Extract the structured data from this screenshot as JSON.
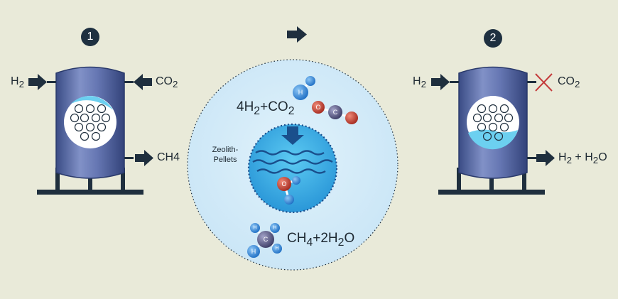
{
  "steps": {
    "step1": "1",
    "step2": "2"
  },
  "reactor1": {
    "input_left_main": "H",
    "input_left_sub": "2",
    "input_right_main": "CO",
    "input_right_sub": "2",
    "output_main": "CH",
    "output_sub": "4"
  },
  "reactor2": {
    "input_left_main": "H",
    "input_left_sub": "2",
    "blocked_main": "CO",
    "blocked_sub": "2",
    "output_a_main": "H",
    "output_a_sub": "2",
    "output_plus": " + ",
    "output_b_main": "H",
    "output_b_sub": "2",
    "output_b_tail": "O"
  },
  "center": {
    "eq1": {
      "a": "4H",
      "a_sub": "2",
      "b": "+CO",
      "b_sub": "2"
    },
    "zeolith_label": "Zeolith-\nPellets",
    "eq2": {
      "a": "CH",
      "a_sub": "4",
      "b": "+2H",
      "b_sub": "2",
      "c": "O"
    }
  },
  "atoms": {
    "hydrogen": "H",
    "oxygen": "O",
    "carbon": "C"
  },
  "colors": {
    "background": "#e9ead9",
    "tank_body": "#6b7db8",
    "tank_dark": "#2e3f74",
    "water": "#5cc6ec",
    "zone": "#d3ebf8",
    "hydrogen": "#2f8fe0",
    "oxygen": "#c13b2c",
    "carbon": "#5a5a86",
    "arrow": "#1f2f3e",
    "cross": "#c43b3b"
  }
}
